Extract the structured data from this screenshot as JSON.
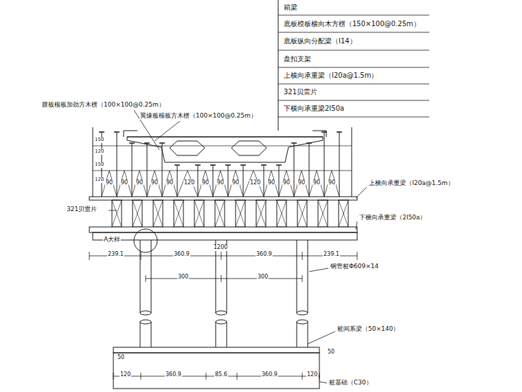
{
  "diagram": {
    "labels": [
      "箱梁",
      "底板模板横向木方楞（150×100@0.25m）",
      "底板纵向分配梁（I14）",
      "盘扣支架",
      "上横向承重梁（I20a@1.5m）",
      "321贝雷片",
      "下横向承重梁2I50a",
      "腹板模板加劲方木楞（100×100@0.25m）",
      "翼缘板模板方木楞（100×100@0.25m）",
      "150",
      "120",
      "150",
      "120",
      "90",
      "90",
      "90",
      "90",
      "90",
      "120",
      "90",
      "90",
      "90",
      "120",
      "90",
      "90",
      "90",
      "90",
      "90",
      "上横向承重梁（I20a@1.5m）",
      "321贝雷片",
      "下横向承重梁（2I50a）",
      "A大样",
      "1200",
      "239.1",
      "360.9",
      "360.9",
      "239.1",
      "300",
      "300",
      "钢管桩Φ609×14",
      "桩间系梁（50×140）",
      "50",
      "50",
      "120",
      "360.9",
      "85.6",
      "360.9",
      "120",
      "桩基础（C30）"
    ]
  }
}
